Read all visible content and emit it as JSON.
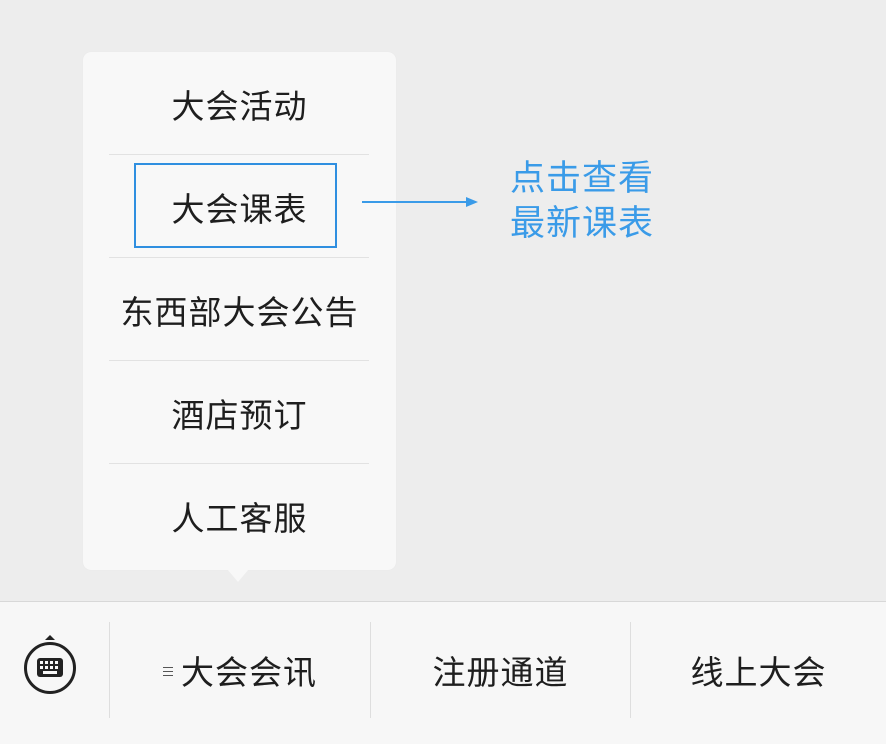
{
  "popup_menu": {
    "items": [
      {
        "label": "大会活动"
      },
      {
        "label": "大会课表"
      },
      {
        "label": "东西部大会公告"
      },
      {
        "label": "酒店预订"
      },
      {
        "label": "人工客服"
      }
    ]
  },
  "annotation": {
    "line1": "点击查看",
    "line2": "最新课表",
    "color": "#3a9be8"
  },
  "bottom_bar": {
    "keyboard_icon": "keyboard-icon",
    "tabs": [
      {
        "label": "大会会讯",
        "icon": "menu-lines-icon"
      },
      {
        "label": "注册通道"
      },
      {
        "label": "线上大会"
      }
    ]
  }
}
